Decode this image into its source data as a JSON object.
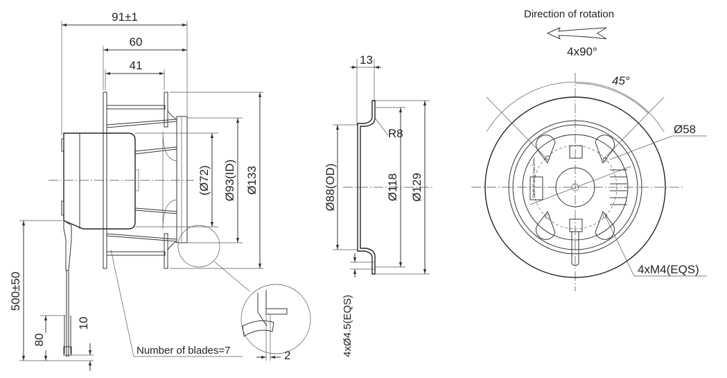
{
  "side_view": {
    "dim_overall_length": "91±1",
    "dim_length_60": "60",
    "dim_length_41": "41",
    "dim_dia_72": "(Ø72)",
    "dim_dia_93_id": "Ø93(ID)",
    "dim_dia_133": "Ø133",
    "dim_cable_length": "500±50",
    "dim_strip_80": "80",
    "dim_strip_10": "10",
    "blades_note": "Number of blades=7",
    "detail_dim_2": "2"
  },
  "section_view": {
    "dim_13": "13",
    "radius_r8": "R8",
    "dim_dia_88_od": "Ø88(OD)",
    "dim_dia_118": "Ø118",
    "dim_dia_129": "Ø129",
    "holes_note": "4xØ4.5(EQS)"
  },
  "front_view": {
    "rotation_label": "Direction of rotation",
    "angle_4x90": "4x90°",
    "angle_45": "45°",
    "dim_dia_58": "Ø58",
    "threads_note": "4xM4(EQS)",
    "label_screw_depth": "Depth of screw max.5mm"
  }
}
